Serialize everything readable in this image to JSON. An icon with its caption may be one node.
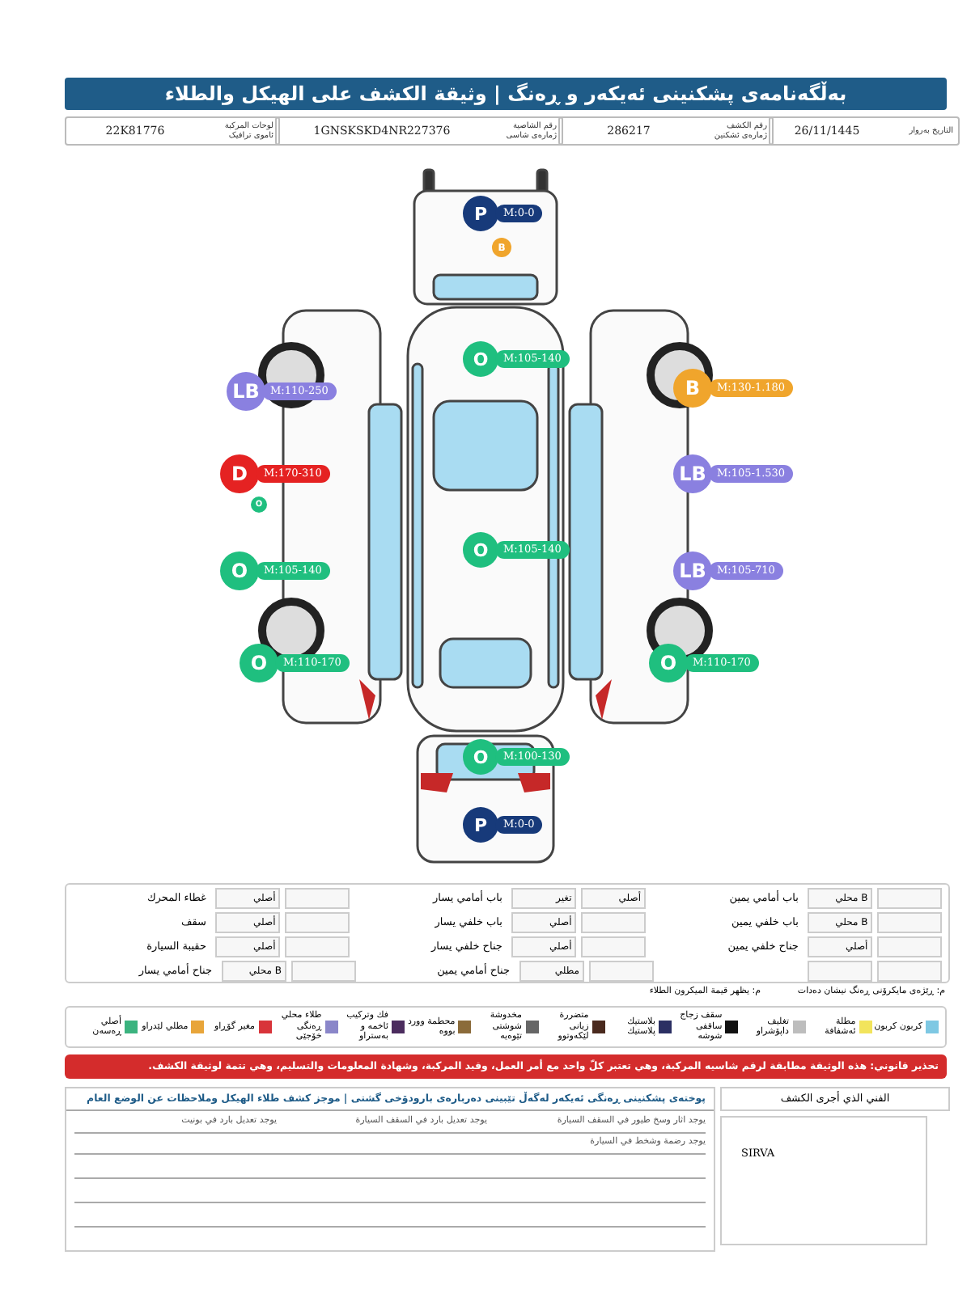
{
  "diagram": {
    "title": "بەڵگەنامەی پشکنینی ئەیکەر و ڕەنگ | وثيقة الكشف على الهيكل والطلاء",
    "labels": [
      "التاريخ بەروار",
      "26/11/1445",
      "رقم الكشف ژمارەی ئشکنین",
      "286217",
      "رقم الشاصية ژمارەی شاسی",
      "1GNSKSKD4NR227376",
      "لوحات المركبة ئاموی ترافیک",
      "22K81776",
      "P",
      "M:0-0",
      "B",
      "O",
      "M:105-140",
      "LB",
      "M:110-250",
      "B",
      "M:130-1.180",
      "D",
      "M:170-310",
      "O",
      "LB",
      "M:105-1.530",
      "O",
      "M:105-140",
      "O",
      "M:105-140",
      "LB",
      "M:105-710",
      "O",
      "M:110-170",
      "O",
      "M:110-170",
      "O",
      "M:100-130",
      "P",
      "M:0-0",
      "B محلي",
      "باب أمامي يمين",
      "أصلي",
      "تغير",
      "باب أمامي يسار",
      "أصلي",
      "غطاء المحرك",
      "B محلي",
      "باب خلفي يمين",
      "أصلي",
      "باب خلفي يسار",
      "أصلي",
      "سقف",
      "أصلي",
      "جناح خلفي يمين",
      "أصلي",
      "جناح خلفي يسار",
      "أصلي",
      "حقيبة السيارة",
      "مطلي",
      "جناح أمامي يمين",
      "B محلي",
      "جناح أمامي يسار",
      "م: ڕێژەی مایکرۆنی ڕەنگ نیشان دەدات",
      "م: يظهر قيمة الميكرون الطلاء",
      "تحذير قانوني: هذه الوثيقة مطابقة لرقم شاسيه المركبة، وهي تعتبر كلّ واحد مع أمر العمل، وقيد المركبة، وشهادة المعلومات والتسليم، وهي تتمة لوثيقة الكشف.",
      "پوختەی پشکنینی ڕەنگی ئەیکەر لەگەڵ تێبینی دەربارەی بارودۆخی گشتی | موجز كشف طلاء الهيكل وملاحظات عن الوضع العام",
      "يوجد اثار وسخ طيور في السقف السيارة",
      "يوجد تعديل بارد في السقف السيارة",
      "يوجد تعديل بارد في بونيت",
      "يوجد رضمة وشخط في السيارة",
      "الفني الذي أجرى الكشف",
      "SIRVA"
    ],
    "legend": [
      {
        "text": "كربون كربون",
        "color": "#7ec8e3"
      },
      {
        "text": "مطلة ئەشفافة",
        "color": "#f2e45c"
      },
      {
        "text": "تغليف داپۆشراو",
        "color": "#bdbdbd"
      },
      {
        "text": "سقف زجاج ساقفی شوشە",
        "color": "#111111"
      },
      {
        "text": "بلاستيك پلاستیك",
        "color": "#2b2f63"
      },
      {
        "text": "متضررة زیانی لێکەوتوو",
        "color": "#4a2a1e"
      },
      {
        "text": "مخدوشة شوشتی تێوەیە",
        "color": "#666666"
      },
      {
        "text": "محطمة وورد بووە",
        "color": "#8b6b3a"
      },
      {
        "text": "فك وتركيب ئاخمە و بەستراو",
        "color": "#4b2c5e"
      },
      {
        "text": "طلاء محلي ڕەنگی خۆجێی",
        "color": "#8a86c9"
      },
      {
        "text": "مغير گۆڕاو",
        "color": "#d8343a"
      },
      {
        "text": "مطلي لێدراو",
        "color": "#e8a53a"
      },
      {
        "text": "أصلي ڕەسەن",
        "color": "#3bb37f"
      }
    ]
  }
}
